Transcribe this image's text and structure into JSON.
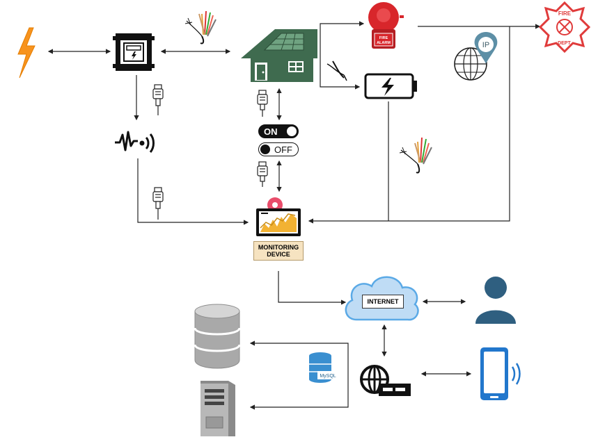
{
  "monitoring": {
    "label": "MONITORING DEVICE"
  },
  "internet": {
    "label": "INTERNET"
  },
  "switch": {
    "on_label": "ON",
    "off_label": "OFF"
  },
  "alarm": {
    "text": "FIRE ALARM"
  },
  "fire_dept": {
    "text": "FIRE DEPT."
  },
  "ip": {
    "text": "IP"
  },
  "mysql": {
    "text": "MySQL"
  },
  "icons": [
    "lightning-icon",
    "electric-meter-icon",
    "wire-bundle-icon",
    "solar-house-icon",
    "fire-alarm-icon",
    "fire-department-icon",
    "ip-location-icon",
    "battery-icon",
    "ethernet-cable-icon",
    "pulse-sensor-icon",
    "monitoring-device-icon",
    "cloud-icon",
    "user-icon",
    "database-icon",
    "server-tower-icon",
    "mysql-icon",
    "network-router-icon",
    "smartphone-icon"
  ],
  "colors": {
    "accent_orange": "#f7931e",
    "house_green": "#3f6b4f",
    "alarm_red": "#d8262b",
    "user_blue": "#2f5f80",
    "cloud_blue": "#5aa9e6",
    "phone_blue": "#2277cc"
  }
}
